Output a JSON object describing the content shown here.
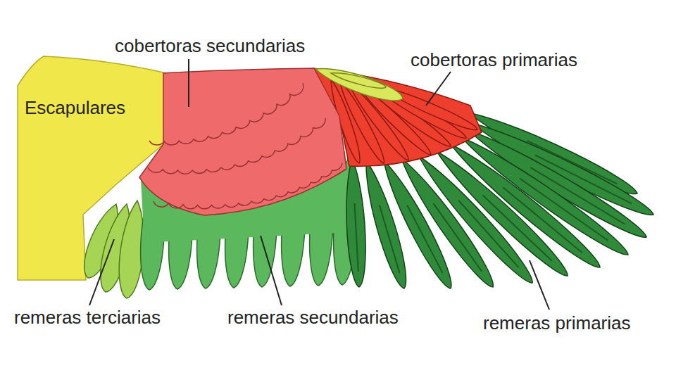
{
  "diagram": {
    "labels": [
      "cobertoras secundarias",
      "cobertoras primarias",
      "Escapulares",
      "remeras terciarias",
      "remeras secundarias",
      "remeras primarias"
    ]
  }
}
